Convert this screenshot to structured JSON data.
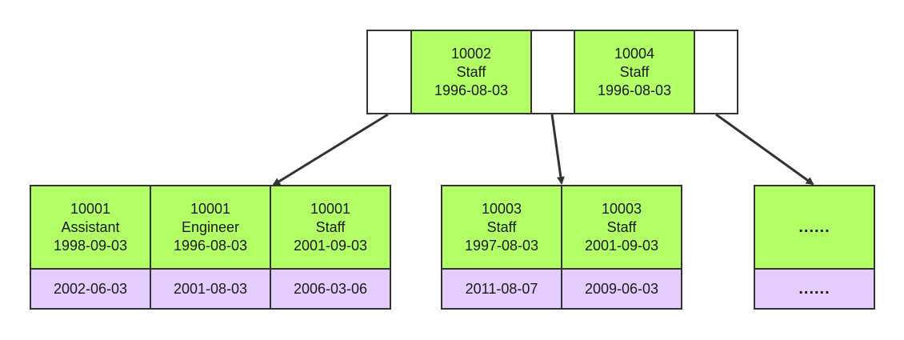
{
  "root": {
    "keys": [
      {
        "id": "10002",
        "title": "Staff",
        "from_date": "1996-08-03"
      },
      {
        "id": "10004",
        "title": "Staff",
        "from_date": "1996-08-03"
      }
    ]
  },
  "leaves": [
    {
      "keys": [
        {
          "id": "10001",
          "title": "Assistant",
          "from_date": "1998-09-03"
        },
        {
          "id": "10001",
          "title": "Engineer",
          "from_date": "1996-08-03"
        },
        {
          "id": "10001",
          "title": "Staff",
          "from_date": "2001-09-03"
        }
      ],
      "values": [
        "2002-06-03",
        "2001-08-03",
        "2006-03-06"
      ]
    },
    {
      "keys": [
        {
          "id": "10003",
          "title": "Staff",
          "from_date": "1997-08-03"
        },
        {
          "id": "10003",
          "title": "Staff",
          "from_date": "2001-09-03"
        }
      ],
      "values": [
        "2011-08-07",
        "2009-06-03"
      ]
    },
    {
      "keys": [
        {
          "ellipsis": "......"
        }
      ],
      "values": [
        "......"
      ]
    }
  ],
  "colors": {
    "key_fill": "#b3ff66",
    "value_fill": "#e5ccff",
    "border": "#333333",
    "pointer_fill": "#ffffff"
  }
}
